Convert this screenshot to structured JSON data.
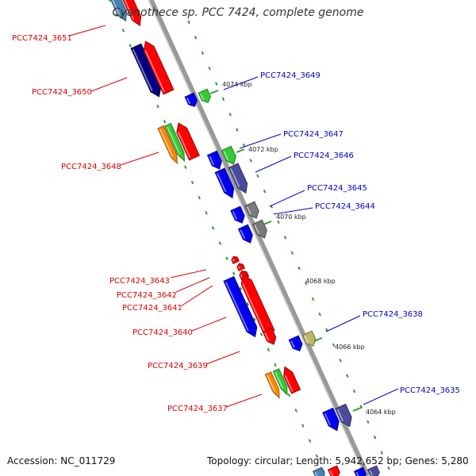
{
  "title": "Cyanothece sp. PCC 7424, complete genome",
  "footer": {
    "accession": "Accession: NC_011729",
    "summary": "Topology: circular; Length: 5,942,652 bp; Genes: 5,280"
  },
  "colors": {
    "label_left": "#dd0000",
    "label_right": "#0000cc",
    "backbone": "#999999",
    "dots": "#2e9e2e",
    "red": "#ff0000",
    "blue": "#0000ee",
    "navy": "#000080",
    "green": "#33cc33",
    "orange": "#ff8800",
    "purple": "#4b4b9b",
    "gray": "#7a7a7a",
    "khaki": "#bdb76b",
    "steel": "#4682b4"
  },
  "kbp_marks": [
    "4074 kbp",
    "4072 kbp",
    "4070 kbp",
    "4068 kbp",
    "4066 kbp",
    "4064 kbp"
  ],
  "left_genes": [
    {
      "label": "PCC7424_3651"
    },
    {
      "label": "PCC7424_3650"
    },
    {
      "label": "PCC7424_3648"
    },
    {
      "label": "PCC7424_3643"
    },
    {
      "label": "PCC7424_3642"
    },
    {
      "label": "PCC7424_3641"
    },
    {
      "label": "PCC7424_3640"
    },
    {
      "label": "PCC7424_3639"
    },
    {
      "label": "PCC7424_3637"
    }
  ],
  "right_genes": [
    {
      "label": "PCC7424_3649"
    },
    {
      "label": "PCC7424_3647"
    },
    {
      "label": "PCC7424_3646"
    },
    {
      "label": "PCC7424_3645"
    },
    {
      "label": "PCC7424_3644"
    },
    {
      "label": "PCC7424_3638"
    },
    {
      "label": "PCC7424_3635"
    }
  ]
}
